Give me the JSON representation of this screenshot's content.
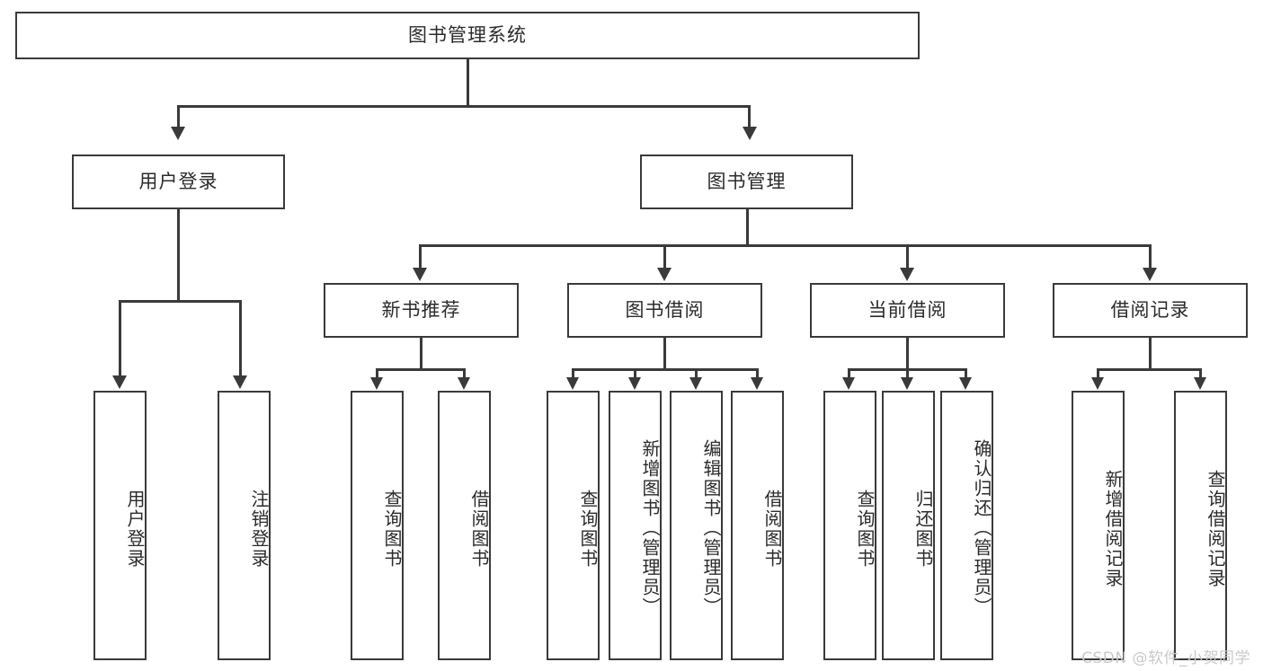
{
  "diagram": {
    "title": "图书管理系统",
    "type": "tree",
    "watermark": "CSDN @软件_小贺同学",
    "colors": {
      "box_border": "#3a3a3a",
      "box_fill": "#ffffff",
      "text": "#2b2b2b",
      "connector": "#3a3a3a",
      "watermark": "#c9c9c9",
      "background": "#ffffff"
    },
    "root": {
      "label": "图书管理系统"
    },
    "level2": [
      {
        "label": "用户登录"
      },
      {
        "label": "图书管理"
      }
    ],
    "level3": [
      {
        "label": "新书推荐"
      },
      {
        "label": "图书借阅"
      },
      {
        "label": "当前借阅"
      },
      {
        "label": "借阅记录"
      }
    ],
    "leaves": {
      "user_login": [
        {
          "label": "用户登录"
        },
        {
          "label": "注销登录"
        }
      ],
      "new_book_recommend": [
        {
          "label": "查询图书"
        },
        {
          "label": "借阅图书"
        }
      ],
      "book_borrow": [
        {
          "label": "查询图书"
        },
        {
          "label": "新增图书（管理员）"
        },
        {
          "label": "编辑图书（管理员）"
        },
        {
          "label": "借阅图书"
        }
      ],
      "current_borrow": [
        {
          "label": "查询图书"
        },
        {
          "label": "归还图书"
        },
        {
          "label": "确认归还（管理员）"
        }
      ],
      "borrow_record": [
        {
          "label": "新增借阅记录"
        },
        {
          "label": "查询借阅记录"
        }
      ]
    }
  }
}
